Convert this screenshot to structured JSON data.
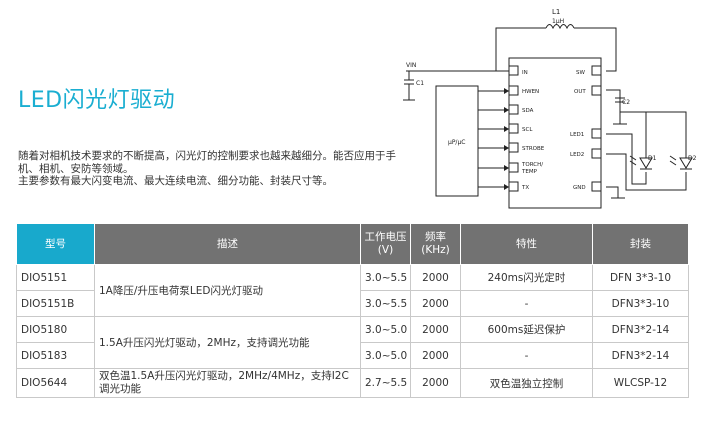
{
  "page": {
    "title": "LED闪光灯驱动",
    "description": [
      "随着对相机技术要求的不断提高，闪光灯的控制要求也越来越细分。能否应用于手",
      "机、相机、安防等领域。",
      "主要参数有最大闪变电流、最大连续电流、细分功能、封装尺寸等。"
    ]
  },
  "diagram": {
    "inductor_label": "L1",
    "inductor_value": "1μH",
    "vin_label": "VIN",
    "c1_label": "C1",
    "c2_label": "C2",
    "mcu_label": "μP/μC",
    "left_pins": [
      "IN",
      "HWEN",
      "SDA",
      "SCL",
      "STROBE",
      "TORCH/",
      "TEMP",
      "TX"
    ],
    "right_pins": [
      "SW",
      "OUT",
      "LED1",
      "LED2",
      "GND"
    ],
    "d1_label": "D1",
    "d2_label": "D2"
  },
  "table": {
    "headers": {
      "model": "型号",
      "desc": "描述",
      "voltage": "工作电压",
      "voltage_unit": "(V)",
      "freq": "频率",
      "freq_unit": "(KHz)",
      "feature": "特性",
      "package": "封装"
    },
    "rows": [
      {
        "model": "DIO5151",
        "desc": "1A降压/升压电荷泵LED闪光灯驱动",
        "voltage": "3.0~5.5",
        "freq": "2000",
        "feature": "240ms闪光定时",
        "package": "DFN 3*3-10"
      },
      {
        "model": "DIO5151B",
        "voltage": "3.0~5.5",
        "freq": "2000",
        "feature": "-",
        "package": "DFN3*3-10"
      },
      {
        "model": "DIO5180",
        "desc": "1.5A升压闪光灯驱动，2MHz，支持调光功能",
        "voltage": "3.0~5.0",
        "freq": "2000",
        "feature": "600ms延迟保护",
        "package": "DFN3*2-14"
      },
      {
        "model": "DIO5183",
        "voltage": "3.0~5.0",
        "freq": "2000",
        "feature": "-",
        "package": "DFN3*2-14"
      },
      {
        "model": "DIO5644",
        "desc": "双色温1.5A升压闪光灯驱动，2MHz/4MHz，支持I2C调光功能",
        "voltage": "2.7~5.5",
        "freq": "2000",
        "feature": "双色温独立控制",
        "package": "WLCSP-12"
      }
    ]
  }
}
